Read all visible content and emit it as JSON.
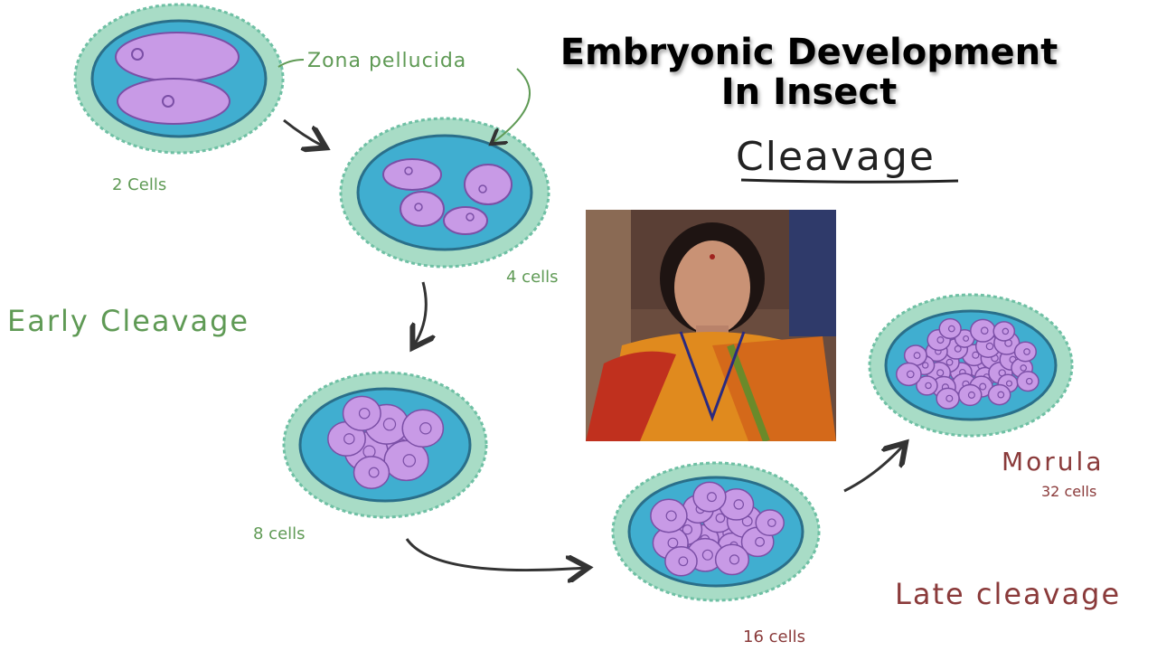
{
  "title": {
    "line1": "Embryonic Development",
    "line2": "In Insect"
  },
  "heading": "Cleavage",
  "labels": {
    "zona": "Zona pellucida",
    "two": "2 Cells",
    "four": "4 cells",
    "eight": "8 cells",
    "sixteen": "16 cells",
    "morula": "Morula",
    "morula_count": "32 cells",
    "early": "Early Cleavage",
    "late": "Late cleavage"
  },
  "colors": {
    "zona": "#a8dcc6",
    "zona_edge": "#5fb39a",
    "fluid": "#40aed0",
    "cell": "#c89ae6",
    "cell_edge": "#7b4fa6",
    "text_green": "#5f9a55",
    "text_maroon": "#8a3a3a"
  }
}
